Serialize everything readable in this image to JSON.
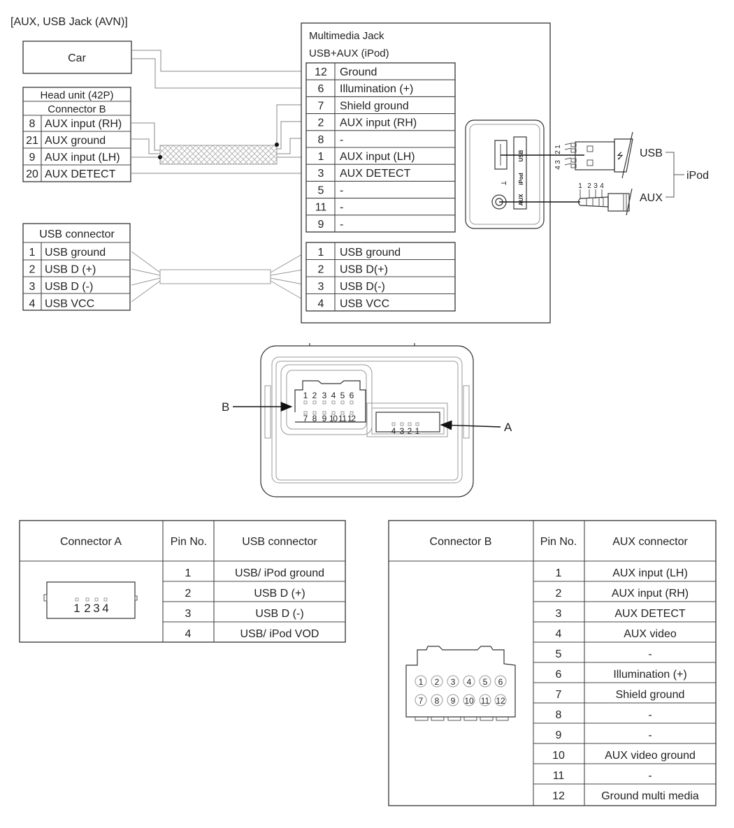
{
  "title": "[AUX, USB Jack (AVN)]",
  "car_box": {
    "label": "Car"
  },
  "head_unit": {
    "title": "Head unit (42P)",
    "subtitle": "Connector B",
    "pins": [
      {
        "pin": "8",
        "name": "AUX input (RH)"
      },
      {
        "pin": "21",
        "name": "AUX ground"
      },
      {
        "pin": "9",
        "name": "AUX input (LH)"
      },
      {
        "pin": "20",
        "name": "AUX DETECT"
      }
    ]
  },
  "usb_connector": {
    "title": "USB connector",
    "pins": [
      {
        "pin": "1",
        "name": "USB ground"
      },
      {
        "pin": "2",
        "name": "USB D (+)"
      },
      {
        "pin": "3",
        "name": "USB D (-)"
      },
      {
        "pin": "4",
        "name": "USB VCC"
      }
    ]
  },
  "multimedia_jack": {
    "title": "Multimedia Jack",
    "subtitle": "USB+AUX (iPod)",
    "aux_pins": [
      {
        "pin": "12",
        "name": "Ground"
      },
      {
        "pin": "6",
        "name": "Illumination (+)"
      },
      {
        "pin": "7",
        "name": "Shield ground"
      },
      {
        "pin": "2",
        "name": "AUX input (RH)"
      },
      {
        "pin": "8",
        "name": "-"
      },
      {
        "pin": "1",
        "name": "AUX input (LH)"
      },
      {
        "pin": "3",
        "name": "AUX DETECT"
      },
      {
        "pin": "5",
        "name": "-"
      },
      {
        "pin": "11",
        "name": "-"
      },
      {
        "pin": "9",
        "name": "-"
      }
    ],
    "usb_pins": [
      {
        "pin": "1",
        "name": "USB ground"
      },
      {
        "pin": "2",
        "name": "USB D(+)"
      },
      {
        "pin": "3",
        "name": "USB D(-)"
      },
      {
        "pin": "4",
        "name": "USB VCC"
      }
    ]
  },
  "jack_panel": {
    "label_usb": "USB",
    "label_ipod": "iPod",
    "label_aux": "AUX",
    "usb_plug_pins": [
      "1",
      "2",
      "3",
      "4"
    ],
    "aux_plug_pins": [
      "1",
      "2",
      "3",
      "4"
    ],
    "cable_usb": "USB",
    "cable_aux": "AUX",
    "cable_group": "iPod"
  },
  "connector_view": {
    "label_b": "B",
    "label_a": "A",
    "b_top_pins": [
      "1",
      "2",
      "3",
      "4",
      "5",
      "6"
    ],
    "b_bottom_pins": [
      "7",
      "8",
      "9",
      "10",
      "11",
      "12"
    ],
    "a_pins": [
      "4",
      "3",
      "2",
      "1"
    ]
  },
  "table_a": {
    "headers": [
      "Connector A",
      "Pin No.",
      "USB connector"
    ],
    "drawing_pins": [
      "1",
      "2",
      "3",
      "4"
    ],
    "rows": [
      {
        "pin": "1",
        "name": "USB/ iPod ground"
      },
      {
        "pin": "2",
        "name": "USB D (+)"
      },
      {
        "pin": "3",
        "name": "USB D (-)"
      },
      {
        "pin": "4",
        "name": "USB/ iPod VOD"
      }
    ]
  },
  "table_b": {
    "headers": [
      "Connector B",
      "Pin No.",
      "AUX connector"
    ],
    "drawing_pins": [
      "1",
      "2",
      "3",
      "4",
      "5",
      "6",
      "7",
      "8",
      "9",
      "10",
      "11",
      "12"
    ],
    "rows": [
      {
        "pin": "1",
        "name": "AUX input (LH)"
      },
      {
        "pin": "2",
        "name": "AUX input (RH)"
      },
      {
        "pin": "3",
        "name": "AUX DETECT"
      },
      {
        "pin": "4",
        "name": "AUX video"
      },
      {
        "pin": "5",
        "name": "-"
      },
      {
        "pin": "6",
        "name": "Illumination (+)"
      },
      {
        "pin": "7",
        "name": "Shield ground"
      },
      {
        "pin": "8",
        "name": "-"
      },
      {
        "pin": "9",
        "name": "-"
      },
      {
        "pin": "10",
        "name": "AUX video ground"
      },
      {
        "pin": "11",
        "name": "-"
      },
      {
        "pin": "12",
        "name": "Ground multi media"
      }
    ]
  }
}
